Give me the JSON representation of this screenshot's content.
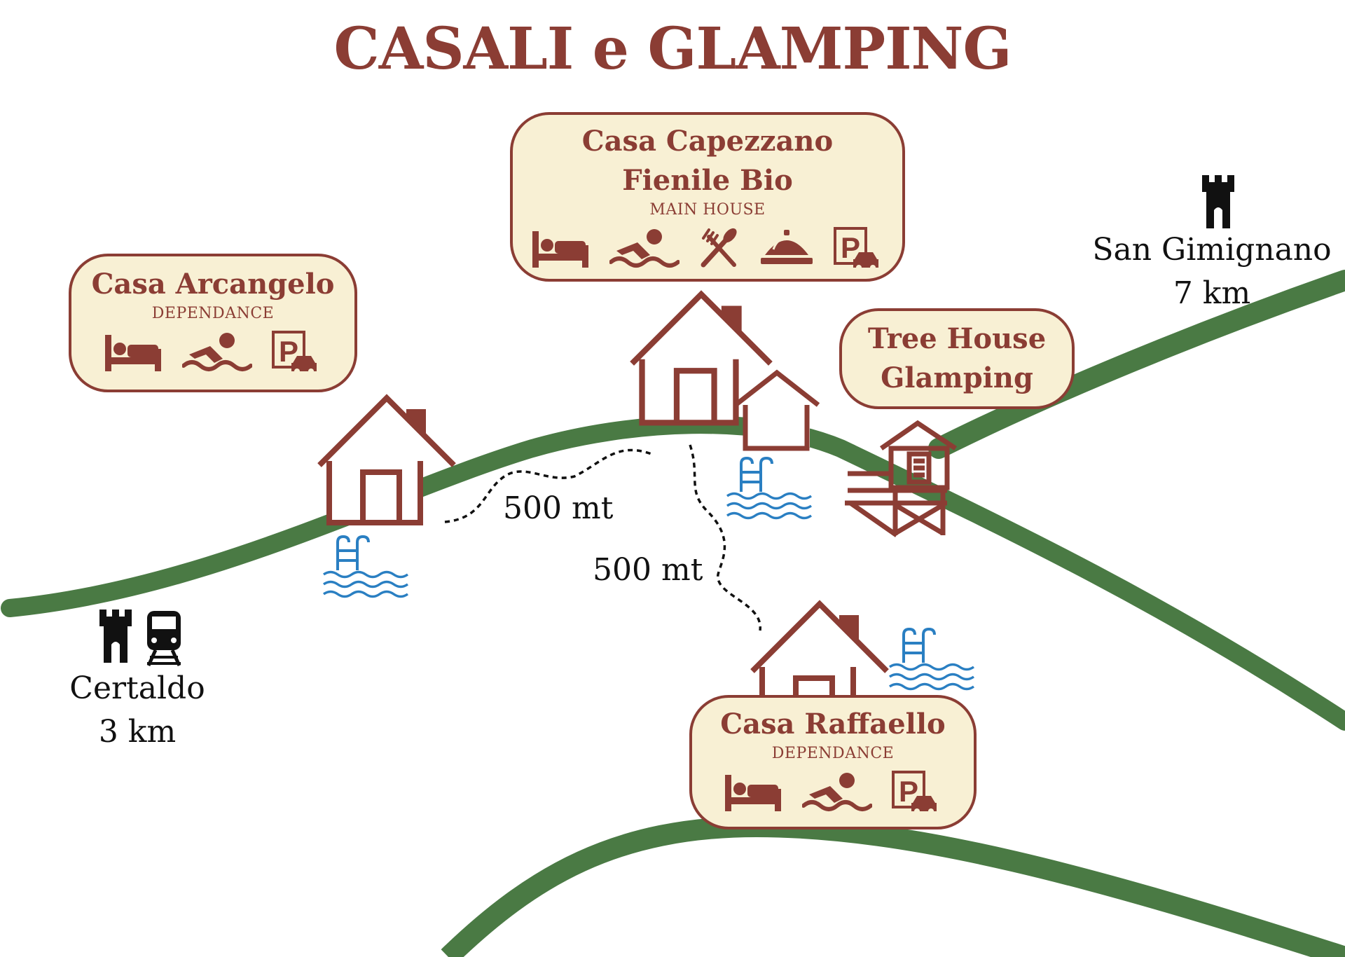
{
  "title": "CASALI e GLAMPING",
  "colors": {
    "accent": "#8b3d34",
    "card_bg": "#f8f0d4",
    "road_green": "#4a7a44",
    "water_blue": "#2a7fc2"
  },
  "cards": {
    "capezzano": {
      "name_line1": "Casa Capezzano",
      "name_line2": "Fienile Bio",
      "subtitle": "MAIN HOUSE",
      "amenities": [
        "bed-icon",
        "swimming-icon",
        "restaurant-icon",
        "reception-bell-icon",
        "parking-icon"
      ]
    },
    "arcangelo": {
      "name": "Casa Arcangelo",
      "subtitle": "DEPENDANCE",
      "amenities": [
        "bed-icon",
        "swimming-icon",
        "parking-icon"
      ]
    },
    "treehouse": {
      "name_line1": "Tree House",
      "name_line2": "Glamping"
    },
    "raffaello": {
      "name": "Casa Raffaello",
      "subtitle": "DEPENDANCE",
      "amenities": [
        "bed-icon",
        "swimming-icon",
        "parking-icon"
      ]
    }
  },
  "places": {
    "san_gimignano": {
      "name": "San Gimignano",
      "distance": "7 km",
      "icons": [
        "tower-icon"
      ]
    },
    "certaldo": {
      "name": "Certaldo",
      "distance": "3 km",
      "icons": [
        "tower-icon",
        "train-icon"
      ]
    }
  },
  "paths": {
    "arcangelo_to_capezzano": "500 mt",
    "capezzano_to_raffaello": "500 mt"
  }
}
